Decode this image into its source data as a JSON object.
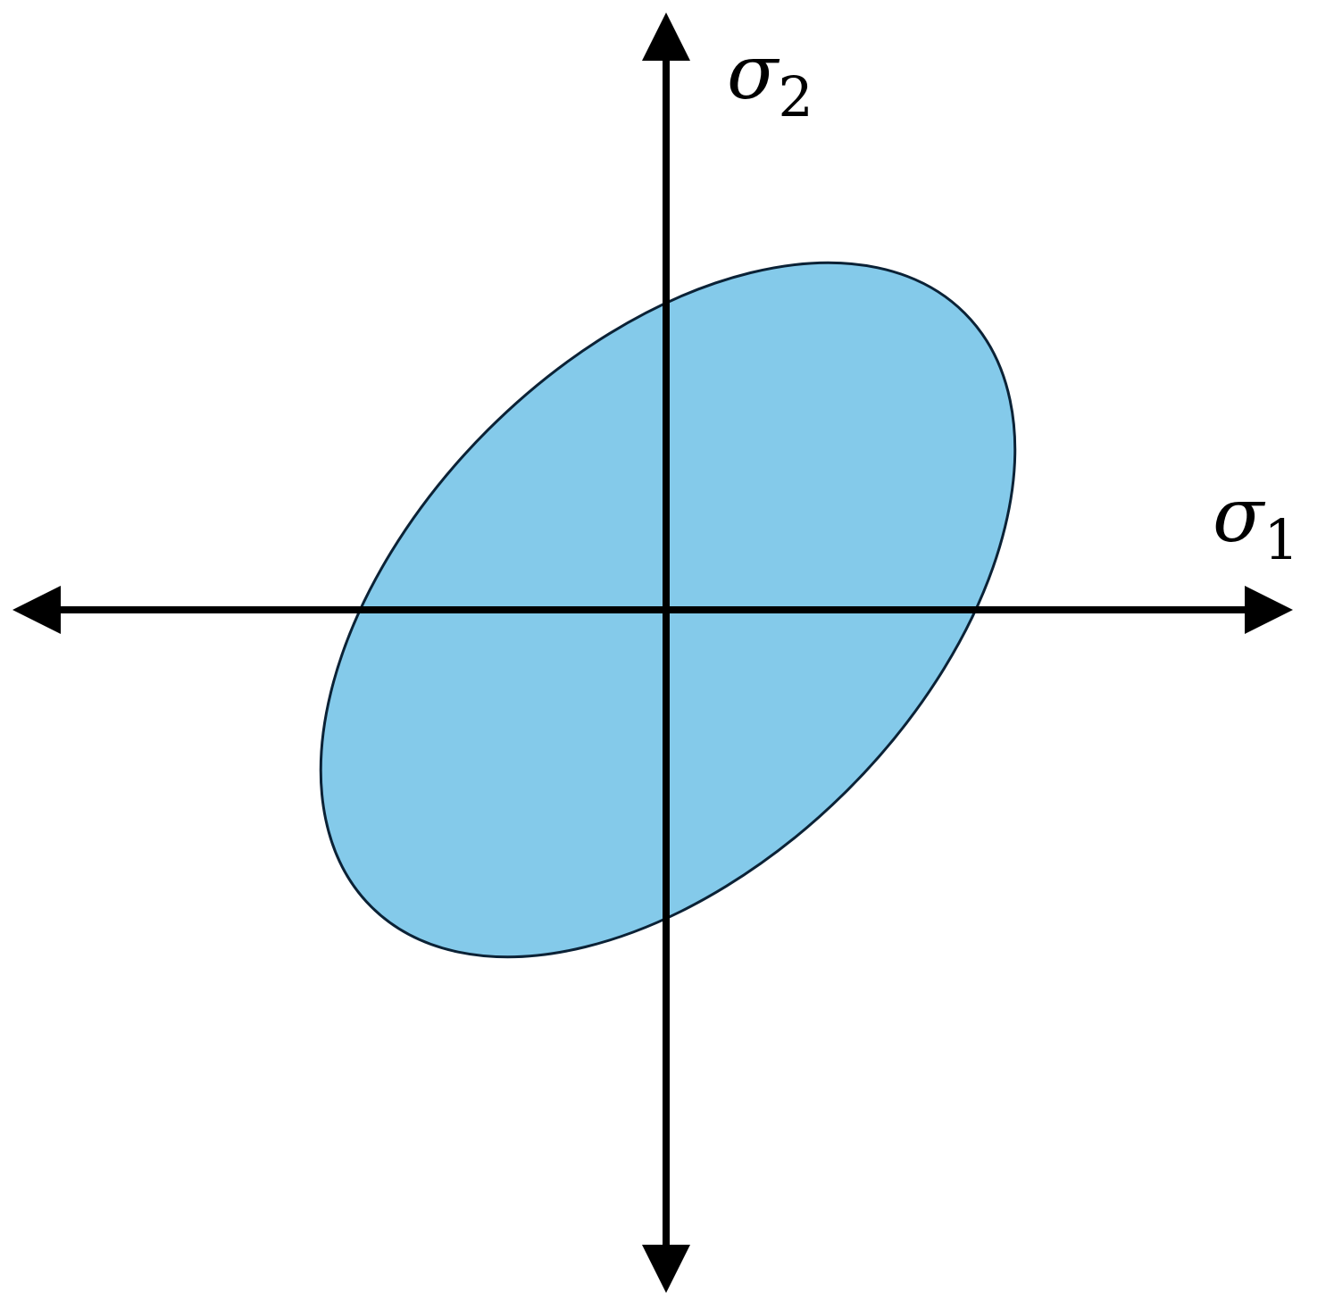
{
  "diagram": {
    "axes": {
      "horizontal": {
        "symbol": "σ",
        "subscript": "1"
      },
      "vertical": {
        "symbol": "σ",
        "subscript": "2"
      }
    },
    "colors": {
      "ellipse_fill": "#84CAEA",
      "ellipse_stroke": "#0B2236",
      "axis": "#000000",
      "background": "#FFFFFF"
    }
  }
}
